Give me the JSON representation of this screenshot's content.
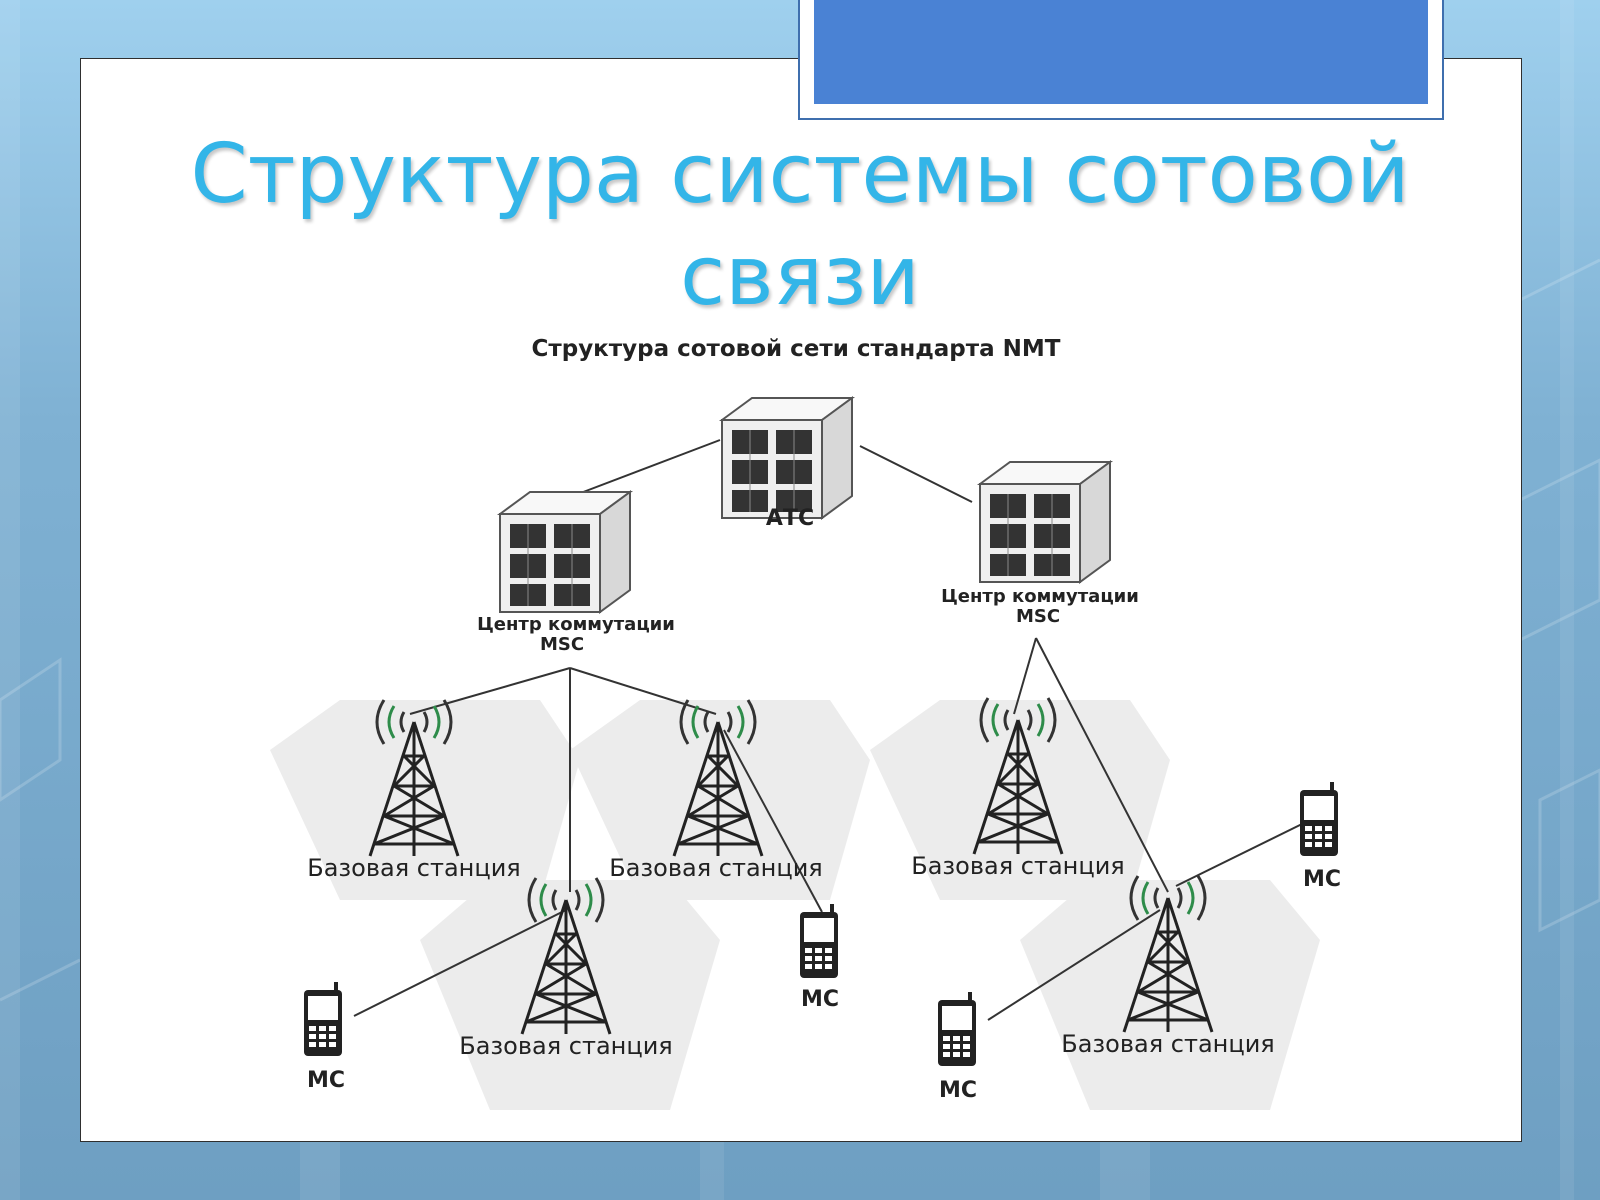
{
  "slide": {
    "title_line1": "Структура системы сотовой",
    "title_line2": "связи",
    "title_color": "#33b5e8",
    "accent_color": "#4a82d4"
  },
  "diagram": {
    "caption": "Структура сотовой сети стандарта NMT",
    "atc_label": "АТС",
    "msc_left": {
      "line1": "Центр коммутации",
      "line2": "MSC"
    },
    "msc_right": {
      "line1": "Центр коммутации",
      "line2": "MSC"
    },
    "base_station_label": "Базовая станция",
    "mobile_label": "МС",
    "icons": [
      "server-icon",
      "tower-icon",
      "mobile-phone-icon",
      "radio-waves-icon"
    ]
  }
}
